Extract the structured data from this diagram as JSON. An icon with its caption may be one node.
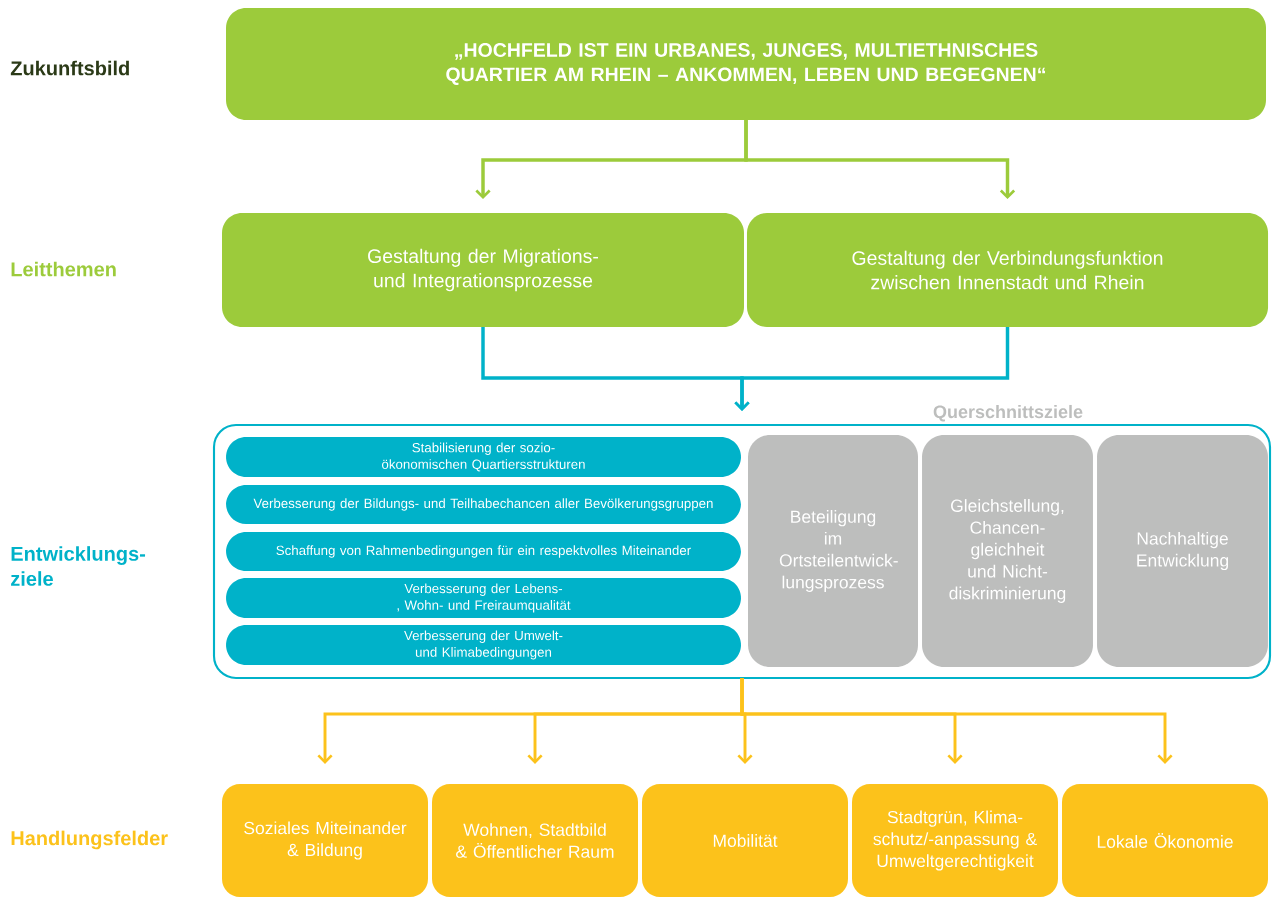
{
  "diagram": {
    "nodes": [
      {
        "text": [
          "„HOCHFELD IST EIN URBANES, JUNGES, MULTIETHNISCHES QUARTIER AM RHEIN – ANKOMMEN, LEBEN UND BEGEGNEN“"
        ]
      },
      {
        "text": [
          "Gestaltung der Migrations- und Integrationsprozesse"
        ]
      },
      {
        "text": [
          "Gestaltung der Verbindungsfunktion zwischen Innenstadt und Rhein"
        ]
      },
      {
        "text": [
          "Querschnittsziele"
        ]
      },
      {
        "text": [
          "Stabilisierung der sozio-ökonomischen Quartiersstrukturen"
        ],
        "in": 3
      },
      {
        "text": [
          "Verbesserung der Bildungs- und Teilhabechancen aller Bevölkerungsgruppen"
        ],
        "in": 3
      },
      {
        "text": [
          "Schaffung von Rahmenbedingungen für ein respektvolles Miteinander"
        ],
        "in": 3
      },
      {
        "text": [
          "Verbesserung der Lebens-, Wohn- und Freiraumqualität"
        ],
        "in": 3
      },
      {
        "text": [
          "Verbesserung der Umwelt- und Klimabedingungen"
        ],
        "in": 3
      },
      {
        "text": [
          "Beteiligung im Ortsteilentwick- lungsprozess"
        ],
        "in": 3
      },
      {
        "text": [
          "Gleichstellung, Chancen- gleichheit und Nicht- diskriminierung"
        ],
        "in": 3
      },
      {
        "text": [
          "Nachhaltige Entwicklung"
        ],
        "in": 3
      },
      {
        "text": [
          "Soziales Miteinander & Bildung"
        ]
      },
      {
        "text": [
          "Wohnen, Stadtbild & Öffentlicher Raum"
        ]
      },
      {
        "text": [
          "Mobilität"
        ]
      },
      {
        "text": [
          "Stadtgrün, Klima- schutz/-anpassung & Umweltgerechtigkeit"
        ]
      },
      {
        "text": [
          "Lokale Ökonomie"
        ]
      }
    ],
    "edges": [
      {
        "from": 0,
        "to": 1,
        "arrow": "to",
        "color": "#9ccb3b"
      },
      {
        "from": 0,
        "to": 2,
        "arrow": "to",
        "color": "#9ccb3b"
      },
      {
        "from": 1,
        "to": 3,
        "arrow": "to",
        "color": "#00b2c9"
      },
      {
        "from": 2,
        "to": 3,
        "arrow": "to",
        "color": "#00b2c9"
      },
      {
        "from": 3,
        "to": 12,
        "arrow": "to",
        "color": "#fcc21b"
      },
      {
        "from": 3,
        "to": 13,
        "arrow": "to",
        "color": "#fcc21b"
      },
      {
        "from": 3,
        "to": 14,
        "arrow": "to",
        "color": "#fcc21b"
      },
      {
        "from": 3,
        "to": 15,
        "arrow": "to",
        "color": "#fcc21b"
      },
      {
        "from": 3,
        "to": 16,
        "arrow": "to",
        "color": "#fcc21b"
      }
    ],
    "labels": [
      "Zukunftsbild",
      "Leitthemen",
      "Entwicklungs- ziele",
      "Handlungsfelder"
    ]
  }
}
